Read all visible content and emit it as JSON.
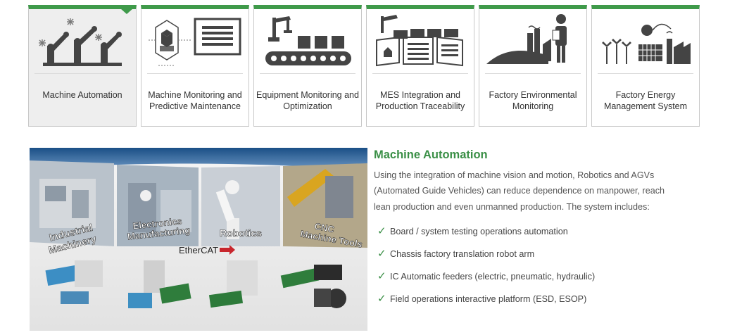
{
  "tabs": [
    {
      "label": "Machine Automation",
      "active": true,
      "icon": "robot-arms-icon"
    },
    {
      "label": "Machine Monitoring and\nPredictive Maintenance",
      "active": false,
      "icon": "cube-monitor-icon"
    },
    {
      "label": "Equipment Monitoring and\nOptimization",
      "active": false,
      "icon": "conveyor-belt-icon"
    },
    {
      "label": "MES Integration and\nProduction Traceability",
      "active": false,
      "icon": "mes-trace-icon"
    },
    {
      "label": "Factory Environmental\nMonitoring",
      "active": false,
      "icon": "factory-person-icon"
    },
    {
      "label": "Factory Energy\nManagement System",
      "active": false,
      "icon": "energy-factory-icon"
    }
  ],
  "photo": {
    "captions": [
      "Industrial Machinery",
      "Electronics Manufacturing",
      "Robotics",
      "CNC Machine Tools"
    ],
    "bus_label": "EtherCAT"
  },
  "section": {
    "title": "Machine Automation",
    "description": "Using the integration of machine vision and motion, Robotics and AGVs (Automated Guide Vehicles) can reduce dependence on manpower, reach lean production and even unmanned production. The system includes:",
    "features": [
      "Board / system testing operations automation",
      "Chassis factory translation robot arm",
      "IC Automatic feeders (electric, pneumatic, hydraulic)",
      "Field operations interactive platform (ESD, ESOP)"
    ]
  },
  "colors": {
    "accent": "#3f9a4a",
    "title": "#3a8f46",
    "icon": "#444444"
  }
}
